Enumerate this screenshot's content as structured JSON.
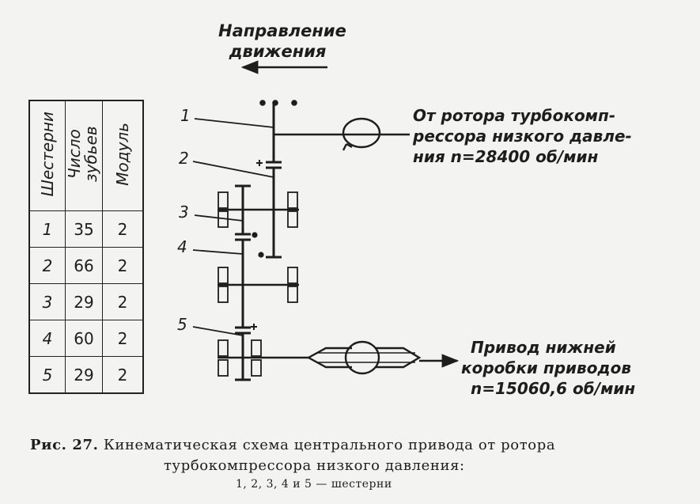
{
  "direction": {
    "line1": "Направление",
    "line2": "движения"
  },
  "table": {
    "headers": [
      "Шестерни",
      "Число зубьев",
      "Модуль"
    ],
    "rows": [
      {
        "gear": "1",
        "teeth": "35",
        "module": "2"
      },
      {
        "gear": "2",
        "teeth": "66",
        "module": "2"
      },
      {
        "gear": "3",
        "teeth": "29",
        "module": "2"
      },
      {
        "gear": "4",
        "teeth": "60",
        "module": "2"
      },
      {
        "gear": "5",
        "teeth": "29",
        "module": "2"
      }
    ]
  },
  "gear_labels": [
    "1",
    "2",
    "3",
    "4",
    "5"
  ],
  "rotor_input": {
    "line1": "От ротора турбокомп-",
    "line2": "рессора низкого давле-",
    "line3": "ния n=28400 об/мин"
  },
  "drive_output": {
    "line1": "Привод нижней",
    "line2": "коробки приводов",
    "line3": "n=15060,6 об/мин"
  },
  "caption": {
    "fig_number": "Рис. 27.",
    "line1": "Кинематическая схема центрального привода от ротора",
    "line2": "турбокомпрессора низкого давления:",
    "line3": "1, 2, 3, 4 и 5 — шестерни"
  },
  "colors": {
    "paper": "#f3f3f1",
    "ink": "#1d1d1d"
  }
}
